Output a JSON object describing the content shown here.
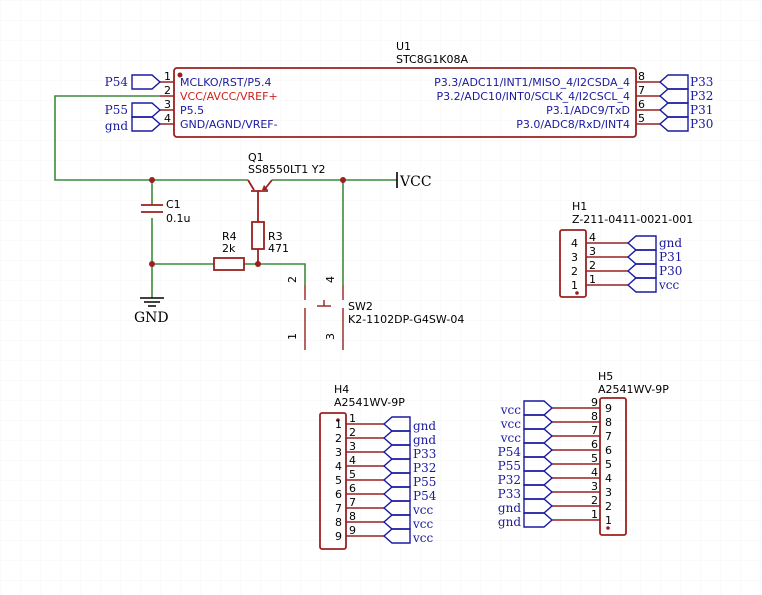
{
  "u1": {
    "ref": "U1",
    "value": "STC8G1K08A",
    "left_pins": [
      {
        "num": "1",
        "name": "MCLKO/RST/P5.4",
        "net": "P54",
        "highlight": false
      },
      {
        "num": "2",
        "name": "VCC/AVCC/VREF+",
        "net": "",
        "highlight": true
      },
      {
        "num": "3",
        "name": "P5.5",
        "net": "P55",
        "highlight": false
      },
      {
        "num": "4",
        "name": "GND/AGND/VREF-",
        "net": "gnd",
        "highlight": false
      }
    ],
    "right_pins": [
      {
        "num": "8",
        "name": "P3.3/ADC11/INT1/MISO_4/I2CSDA_4",
        "net": "P33"
      },
      {
        "num": "7",
        "name": "P3.2/ADC10/INT0/SCLK_4/I2CSCL_4",
        "net": "P32"
      },
      {
        "num": "6",
        "name": "P3.1/ADC9/TxD",
        "net": "P31"
      },
      {
        "num": "5",
        "name": "P3.0/ADC8/RxD/INT4",
        "net": "P30"
      }
    ]
  },
  "q1": {
    "ref": "Q1",
    "value": "SS8550LT1 Y2"
  },
  "c1": {
    "ref": "C1",
    "value": "0.1u"
  },
  "r3": {
    "ref": "R3",
    "value": "471"
  },
  "r4": {
    "ref": "R4",
    "value": "2k"
  },
  "sw2": {
    "ref": "SW2",
    "value": "K2-1102DP-G4SW-04",
    "pins": [
      "2",
      "4",
      "1",
      "3"
    ]
  },
  "vcc_symbol": "VCC",
  "gnd_symbol": "GND",
  "h1": {
    "ref": "H1",
    "value": "Z-211-0411-0021-001",
    "pins": [
      {
        "num": "4",
        "net": "gnd"
      },
      {
        "num": "3",
        "net": "P31"
      },
      {
        "num": "2",
        "net": "P30"
      },
      {
        "num": "1",
        "net": "vcc"
      }
    ]
  },
  "h4": {
    "ref": "H4",
    "value": "A2541WV-9P",
    "pins": [
      {
        "num": "1",
        "net": "gnd"
      },
      {
        "num": "2",
        "net": "gnd"
      },
      {
        "num": "3",
        "net": "P33"
      },
      {
        "num": "4",
        "net": "P32"
      },
      {
        "num": "5",
        "net": "P55"
      },
      {
        "num": "6",
        "net": "P54"
      },
      {
        "num": "7",
        "net": "vcc"
      },
      {
        "num": "8",
        "net": "vcc"
      },
      {
        "num": "9",
        "net": "vcc"
      }
    ]
  },
  "h5": {
    "ref": "H5",
    "value": "A2541WV-9P",
    "pins": [
      {
        "num": "9",
        "net": "vcc"
      },
      {
        "num": "8",
        "net": "vcc"
      },
      {
        "num": "7",
        "net": "vcc"
      },
      {
        "num": "6",
        "net": "P54"
      },
      {
        "num": "5",
        "net": "P55"
      },
      {
        "num": "4",
        "net": "P32"
      },
      {
        "num": "3",
        "net": "P33"
      },
      {
        "num": "2",
        "net": "gnd"
      },
      {
        "num": "1",
        "net": "gnd"
      }
    ]
  }
}
